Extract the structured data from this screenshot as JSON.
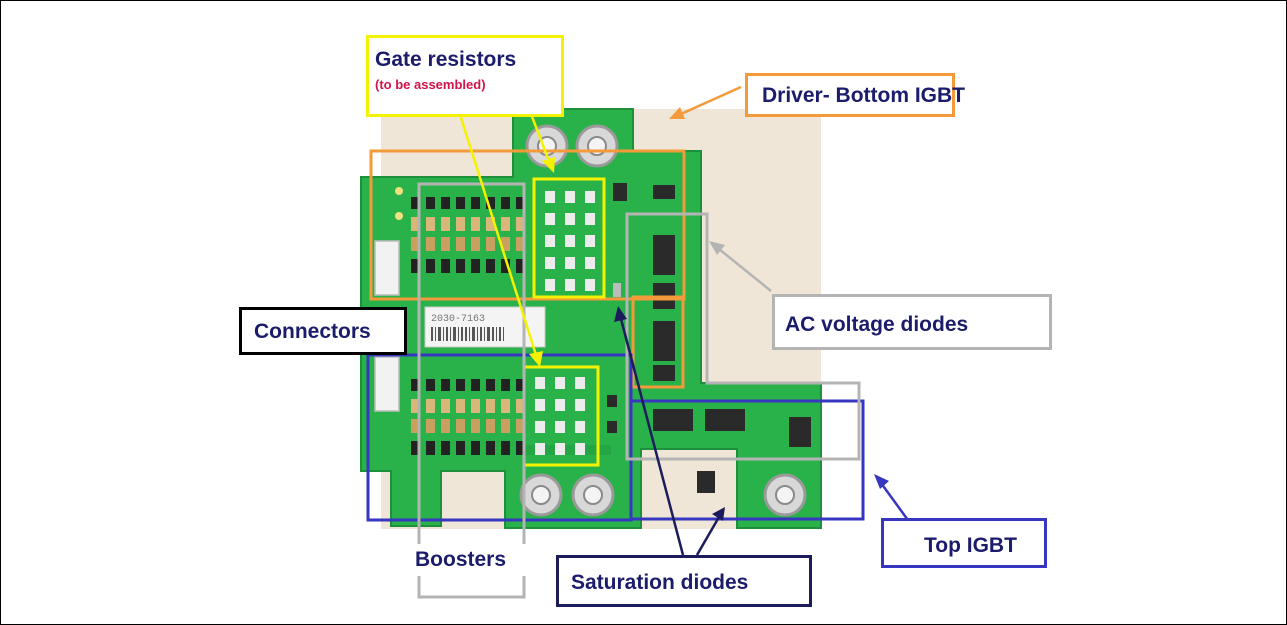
{
  "labels": {
    "gate_resistors": "Gate resistors",
    "gate_resistors_note": "(to be assembled)",
    "driver_bottom": "Driver- Bottom IGBT",
    "connectors": "Connectors",
    "ac_voltage_diodes": "AC voltage diodes",
    "boosters": "Boosters",
    "saturation_diodes": "Saturation diodes",
    "top_igbt": "Top IGBT"
  },
  "pcb_label": {
    "code": "2030-7163"
  },
  "colors": {
    "label_text": "#1c1c6c",
    "note_text": "#d0144a",
    "gate_box": "#f5f200",
    "bottom_box": "#f49a3a",
    "top_box": "#3636c0",
    "gray_box": "#b4b4b4",
    "connector_border": "#000000",
    "saturation_border": "#1c1c5c",
    "pcb": "#2ab24a",
    "pcb_dark": "#1e8f3a",
    "background_board": "#efe6d8"
  }
}
